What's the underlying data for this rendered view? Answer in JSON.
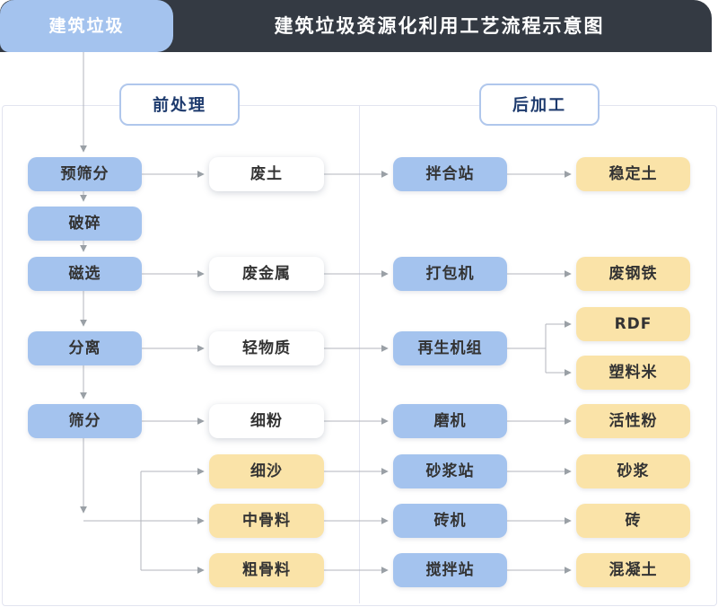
{
  "header": {
    "tab_label": "建筑垃圾",
    "title": "建筑垃圾资源化利用工艺流程示意图"
  },
  "sections": {
    "pre_label": "前处理",
    "post_label": "后加工"
  },
  "nodes": {
    "pre_screening": "预筛分",
    "crushing": "破碎",
    "magnetic_separation": "磁选",
    "separation": "分离",
    "screening": "筛分",
    "waste_soil": "废土",
    "waste_metal": "废金属",
    "light_material": "轻物质",
    "fine_powder": "细粉",
    "fine_sand": "细沙",
    "medium_aggregate": "中骨料",
    "coarse_aggregate": "粗骨料",
    "mixing_station": "拌合站",
    "baling_machine": "打包机",
    "recycling_unit": "再生机组",
    "mill": "磨机",
    "mortar_station": "砂浆站",
    "brick_machine": "砖机",
    "agitating_station": "搅拌站",
    "stabilized_soil": "稳定土",
    "scrap_steel": "废钢铁",
    "rdf": "RDF",
    "plastic_pellets": "塑料米",
    "active_powder": "活性粉",
    "mortar": "砂浆",
    "brick": "砖",
    "concrete": "混凝土"
  },
  "edges": [
    [
      "tab_label",
      "pre_screening"
    ],
    [
      "pre_screening",
      "crushing"
    ],
    [
      "crushing",
      "magnetic_separation"
    ],
    [
      "magnetic_separation",
      "separation"
    ],
    [
      "separation",
      "screening"
    ],
    [
      "pre_screening",
      "waste_soil"
    ],
    [
      "magnetic_separation",
      "waste_metal"
    ],
    [
      "separation",
      "light_material"
    ],
    [
      "screening",
      "fine_powder"
    ],
    [
      "screening",
      "fine_sand"
    ],
    [
      "screening",
      "medium_aggregate"
    ],
    [
      "screening",
      "coarse_aggregate"
    ],
    [
      "waste_soil",
      "mixing_station"
    ],
    [
      "waste_metal",
      "baling_machine"
    ],
    [
      "light_material",
      "recycling_unit"
    ],
    [
      "fine_powder",
      "mill"
    ],
    [
      "fine_sand",
      "mortar_station"
    ],
    [
      "medium_aggregate",
      "brick_machine"
    ],
    [
      "coarse_aggregate",
      "agitating_station"
    ],
    [
      "mixing_station",
      "stabilized_soil"
    ],
    [
      "baling_machine",
      "scrap_steel"
    ],
    [
      "recycling_unit",
      "rdf"
    ],
    [
      "recycling_unit",
      "plastic_pellets"
    ],
    [
      "mill",
      "active_powder"
    ],
    [
      "mortar_station",
      "mortar"
    ],
    [
      "brick_machine",
      "brick"
    ],
    [
      "agitating_station",
      "concrete"
    ]
  ],
  "colors": {
    "accent_blue": "#a4c3ee",
    "accent_yellow": "#fae3a8",
    "header_dark": "#343a43",
    "section_text": "#1d3a6d",
    "node_text": "#333333",
    "arrow_gray": "#9aa0a6",
    "frame_border": "#e2e4f0"
  }
}
